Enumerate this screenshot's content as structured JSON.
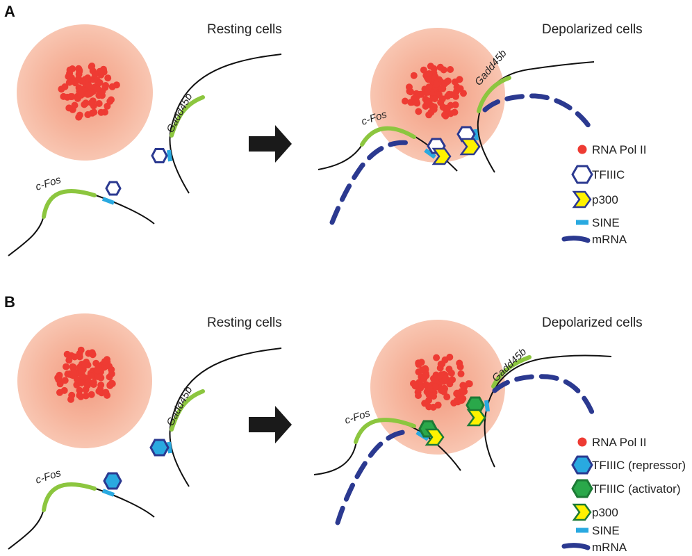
{
  "panels": [
    {
      "letter": "A",
      "resting_title": "Resting cells",
      "depolarized_title": "Depolarized cells",
      "genes": {
        "fos": "c-Fos",
        "gadd": "Gadd45b"
      },
      "legend": [
        {
          "icon": "pol2",
          "label": "RNA Pol II"
        },
        {
          "icon": "tfiiic-outline",
          "label": "TFIIIC"
        },
        {
          "icon": "p300",
          "label": "p300"
        },
        {
          "icon": "sine",
          "label": "SINE"
        },
        {
          "icon": "mrna",
          "label": "mRNA"
        }
      ]
    },
    {
      "letter": "B",
      "resting_title": "Resting cells",
      "depolarized_title": "Depolarized cells",
      "genes": {
        "fos": "c-Fos",
        "gadd": "Gadd45b"
      },
      "legend": [
        {
          "icon": "pol2",
          "label": "RNA Pol II"
        },
        {
          "icon": "tfiiic-repressor",
          "label": "TFIIIC (repressor)"
        },
        {
          "icon": "tfiiic-activator",
          "label": "TFIIIC (activator)"
        },
        {
          "icon": "p300",
          "label": "p300"
        },
        {
          "icon": "sine",
          "label": "SINE"
        },
        {
          "icon": "mrna",
          "label": "mRNA"
        }
      ]
    }
  ],
  "colors": {
    "pol2": "#ee3b33",
    "halo": "#f6b49c",
    "dna": "#111111",
    "gene_body": "#8cc63f",
    "mrna": "#2b3990",
    "sine": "#29a9e0",
    "tfiiic_outline": "#2b3990",
    "repressor_fill": "#29a9e0",
    "activator_fill": "#2aa84a",
    "activator_stroke": "#1c7a35",
    "p300_fill": "#fff200",
    "arrow": "#1a1a1a"
  }
}
